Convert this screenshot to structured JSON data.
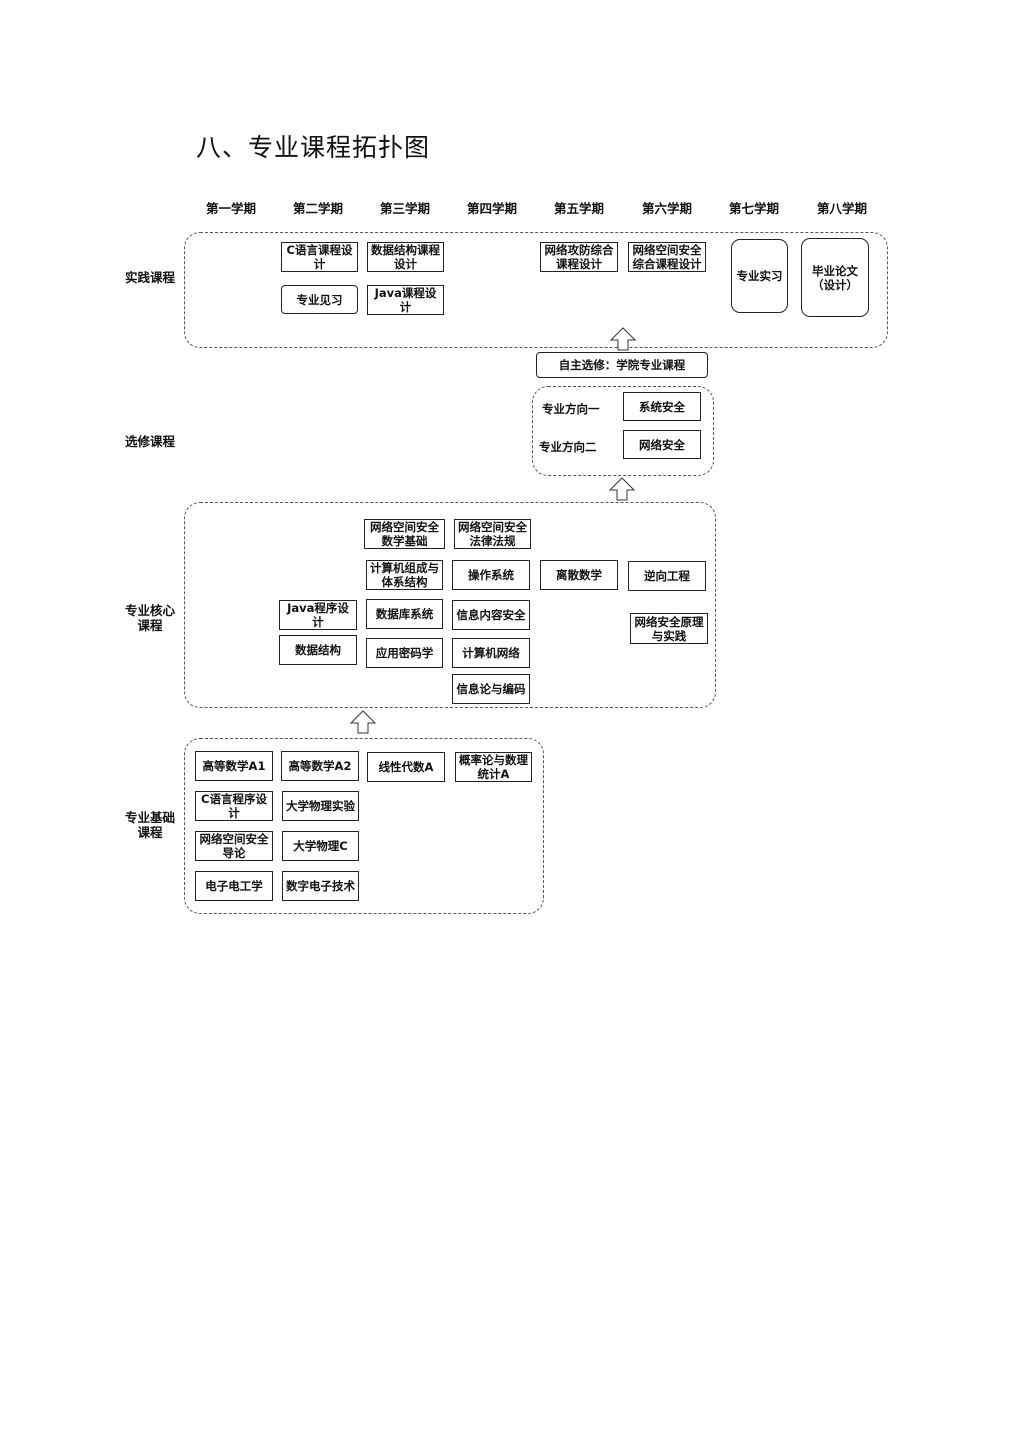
{
  "title": "八、专业课程拓扑图",
  "semesters": [
    "第一学期",
    "第二学期",
    "第三学期",
    "第四学期",
    "第五学期",
    "第六学期",
    "第七学期",
    "第八学期"
  ],
  "rows": {
    "practice": "实践课程",
    "elective": "选修课程",
    "core": "专业核心课程",
    "foundation": "专业基础课程"
  },
  "practice": {
    "c_design": "C语言课程设计",
    "ds_design": "数据结构课程设计",
    "attack_defense": "网络攻防综合课程设计",
    "cyber_design": "网络空间安全综合课程设计",
    "internship": "专业实习",
    "thesis": "毕业论文（设计）",
    "observation": "专业见习",
    "java_design": "Java课程设计"
  },
  "elective": {
    "college_elective": "自主选修：学院专业课程",
    "direction1": "专业方向一",
    "direction1_course": "系统安全",
    "direction2": "专业方向二",
    "direction2_course": "网络安全"
  },
  "core": {
    "cyber_math": "网络空间安全数学基础",
    "cyber_law": "网络空间安全法律法规",
    "computer_arch": "计算机组成与体系结构",
    "os": "操作系统",
    "discrete": "离散数学",
    "reverse": "逆向工程",
    "java": "Java程序设计",
    "database": "数据库系统",
    "info_content": "信息内容安全",
    "netsec_principle": "网络安全原理与实践",
    "data_structure": "数据结构",
    "crypto": "应用密码学",
    "network": "计算机网络",
    "info_theory": "信息论与编码"
  },
  "foundation": {
    "math_a1": "高等数学A1",
    "math_a2": "高等数学A2",
    "linear": "线性代数A",
    "probability": "概率论与数理统计A",
    "c_prog": "C语言程序设计",
    "physics_lab": "大学物理实验",
    "cyber_intro": "网络空间安全导论",
    "physics_c": "大学物理C",
    "circuits": "电子电工学",
    "digital": "数字电子技术"
  }
}
